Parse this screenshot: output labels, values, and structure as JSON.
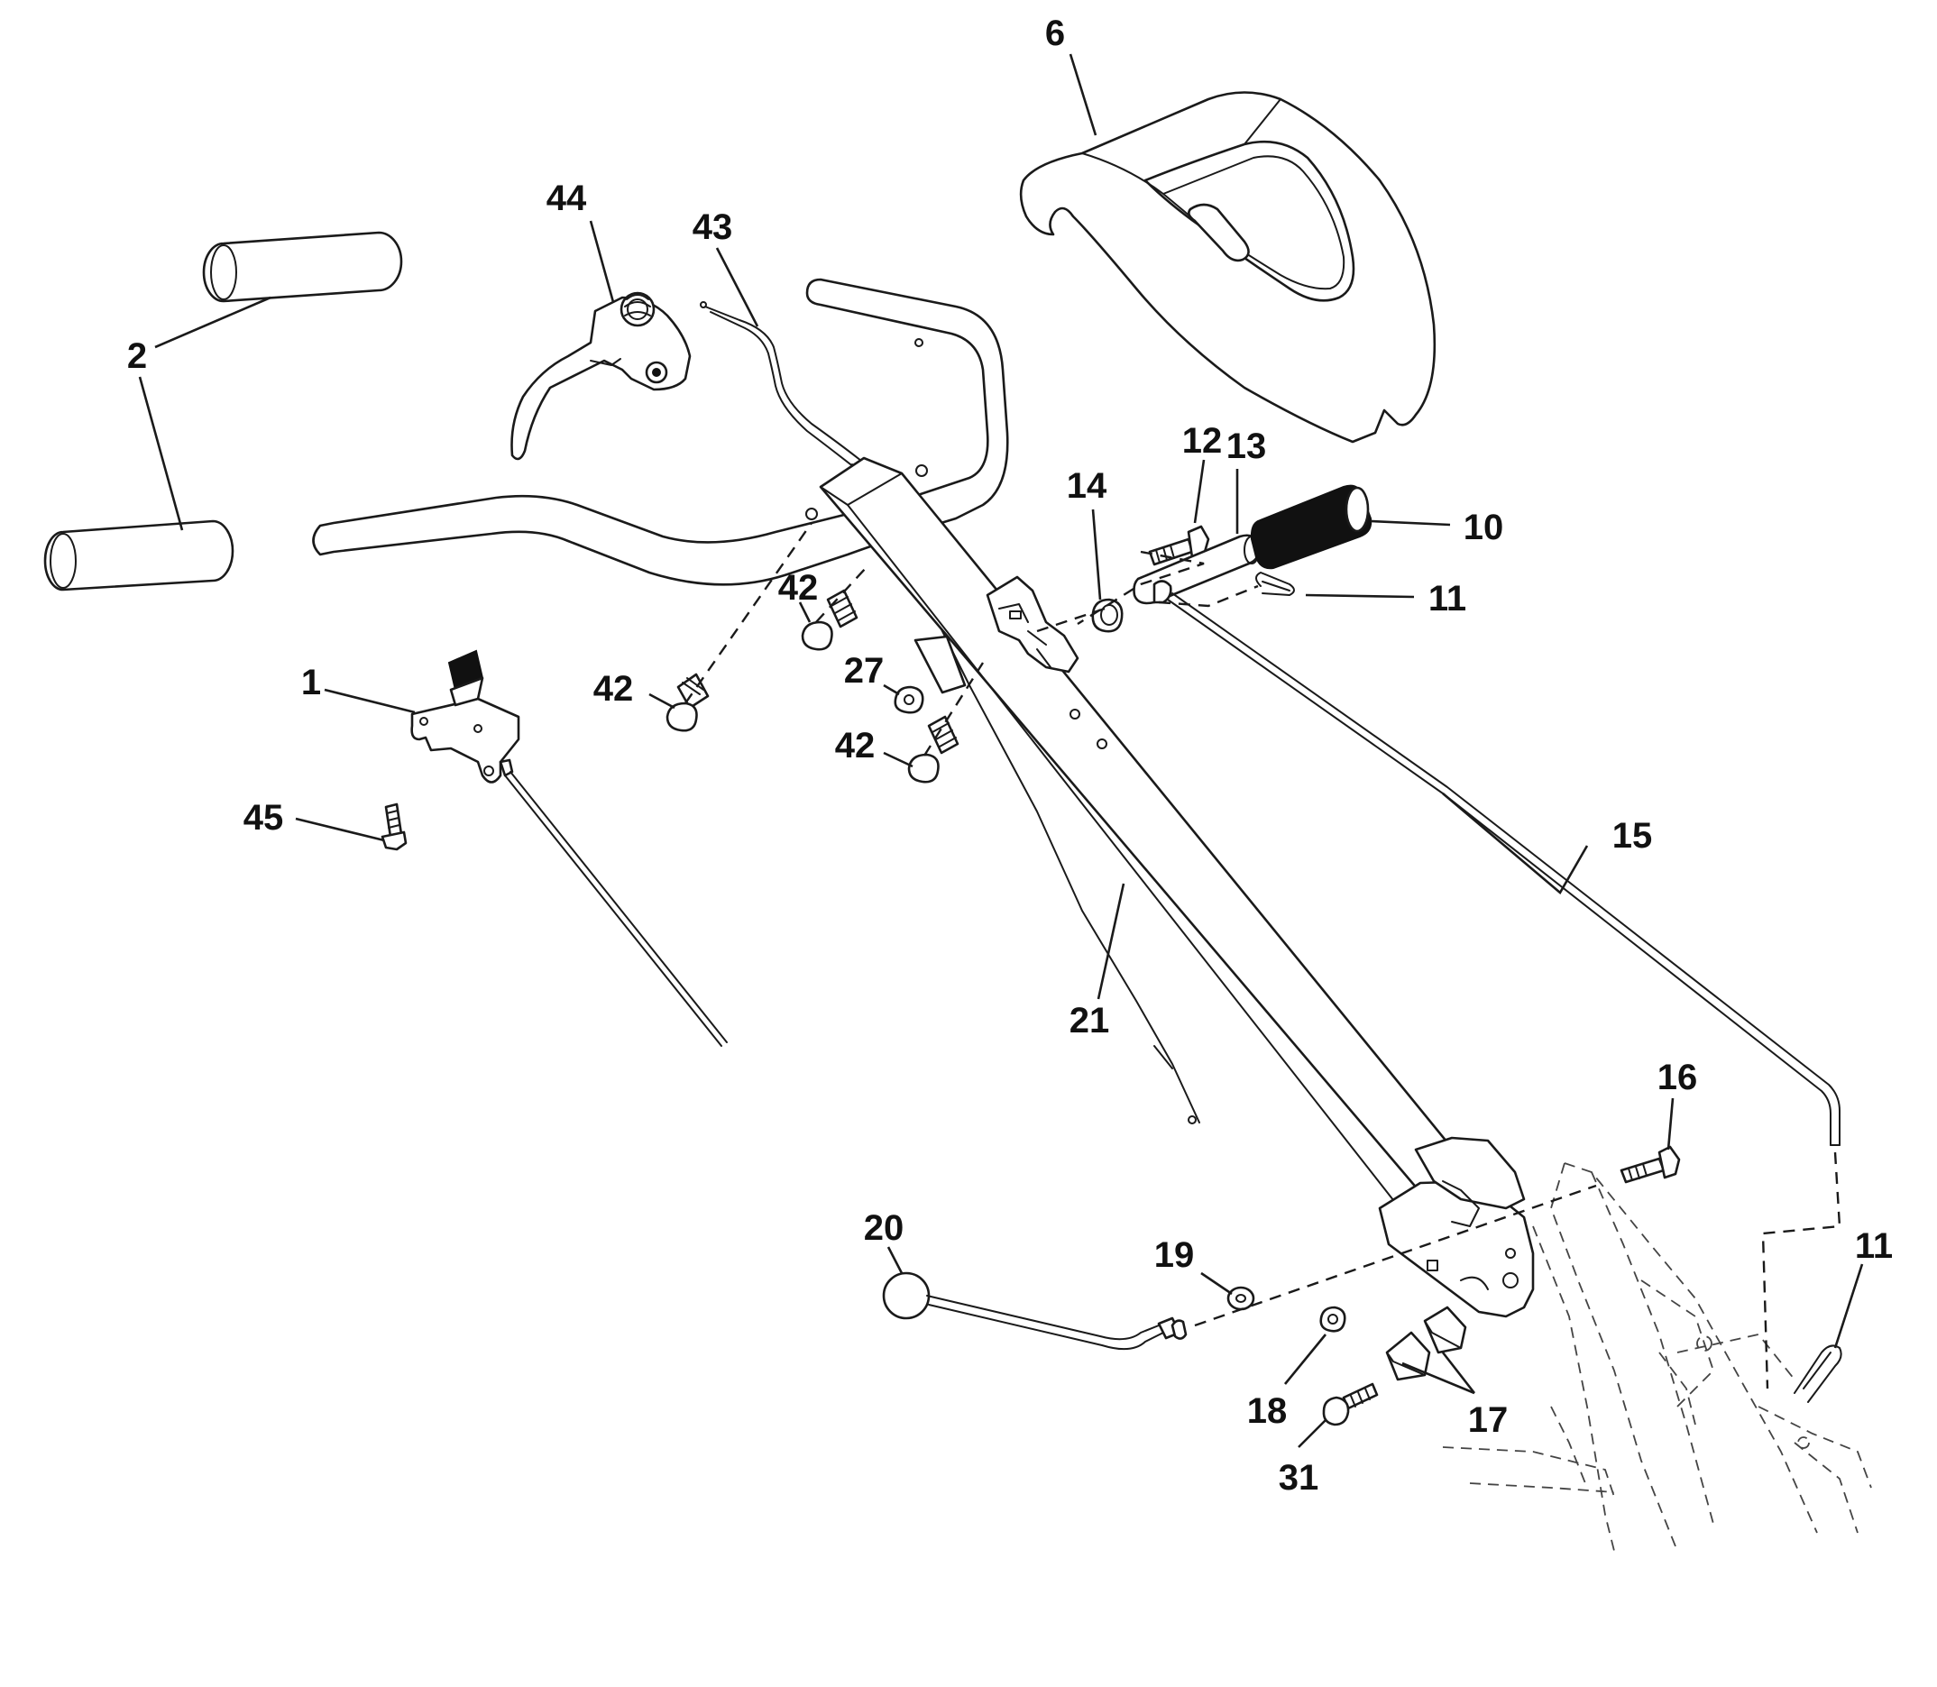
{
  "callouts": [
    {
      "key": "c6",
      "text": "6"
    },
    {
      "key": "c44",
      "text": "44"
    },
    {
      "key": "c43",
      "text": "43"
    },
    {
      "key": "c2a",
      "text": "2"
    },
    {
      "key": "c12",
      "text": "12"
    },
    {
      "key": "c13",
      "text": "13"
    },
    {
      "key": "c14",
      "text": "14"
    },
    {
      "key": "c10",
      "text": "10"
    },
    {
      "key": "c11a",
      "text": "11"
    },
    {
      "key": "c42a",
      "text": "42"
    },
    {
      "key": "c27",
      "text": "27"
    },
    {
      "key": "c1",
      "text": "1"
    },
    {
      "key": "c42b",
      "text": "42"
    },
    {
      "key": "c42c",
      "text": "42"
    },
    {
      "key": "c45",
      "text": "45"
    },
    {
      "key": "c15",
      "text": "15"
    },
    {
      "key": "c21",
      "text": "21"
    },
    {
      "key": "c16",
      "text": "16"
    },
    {
      "key": "c20",
      "text": "20"
    },
    {
      "key": "c19",
      "text": "19"
    },
    {
      "key": "c11b",
      "text": "11"
    },
    {
      "key": "c18",
      "text": "18"
    },
    {
      "key": "c17",
      "text": "17"
    },
    {
      "key": "c31",
      "text": "31"
    }
  ]
}
